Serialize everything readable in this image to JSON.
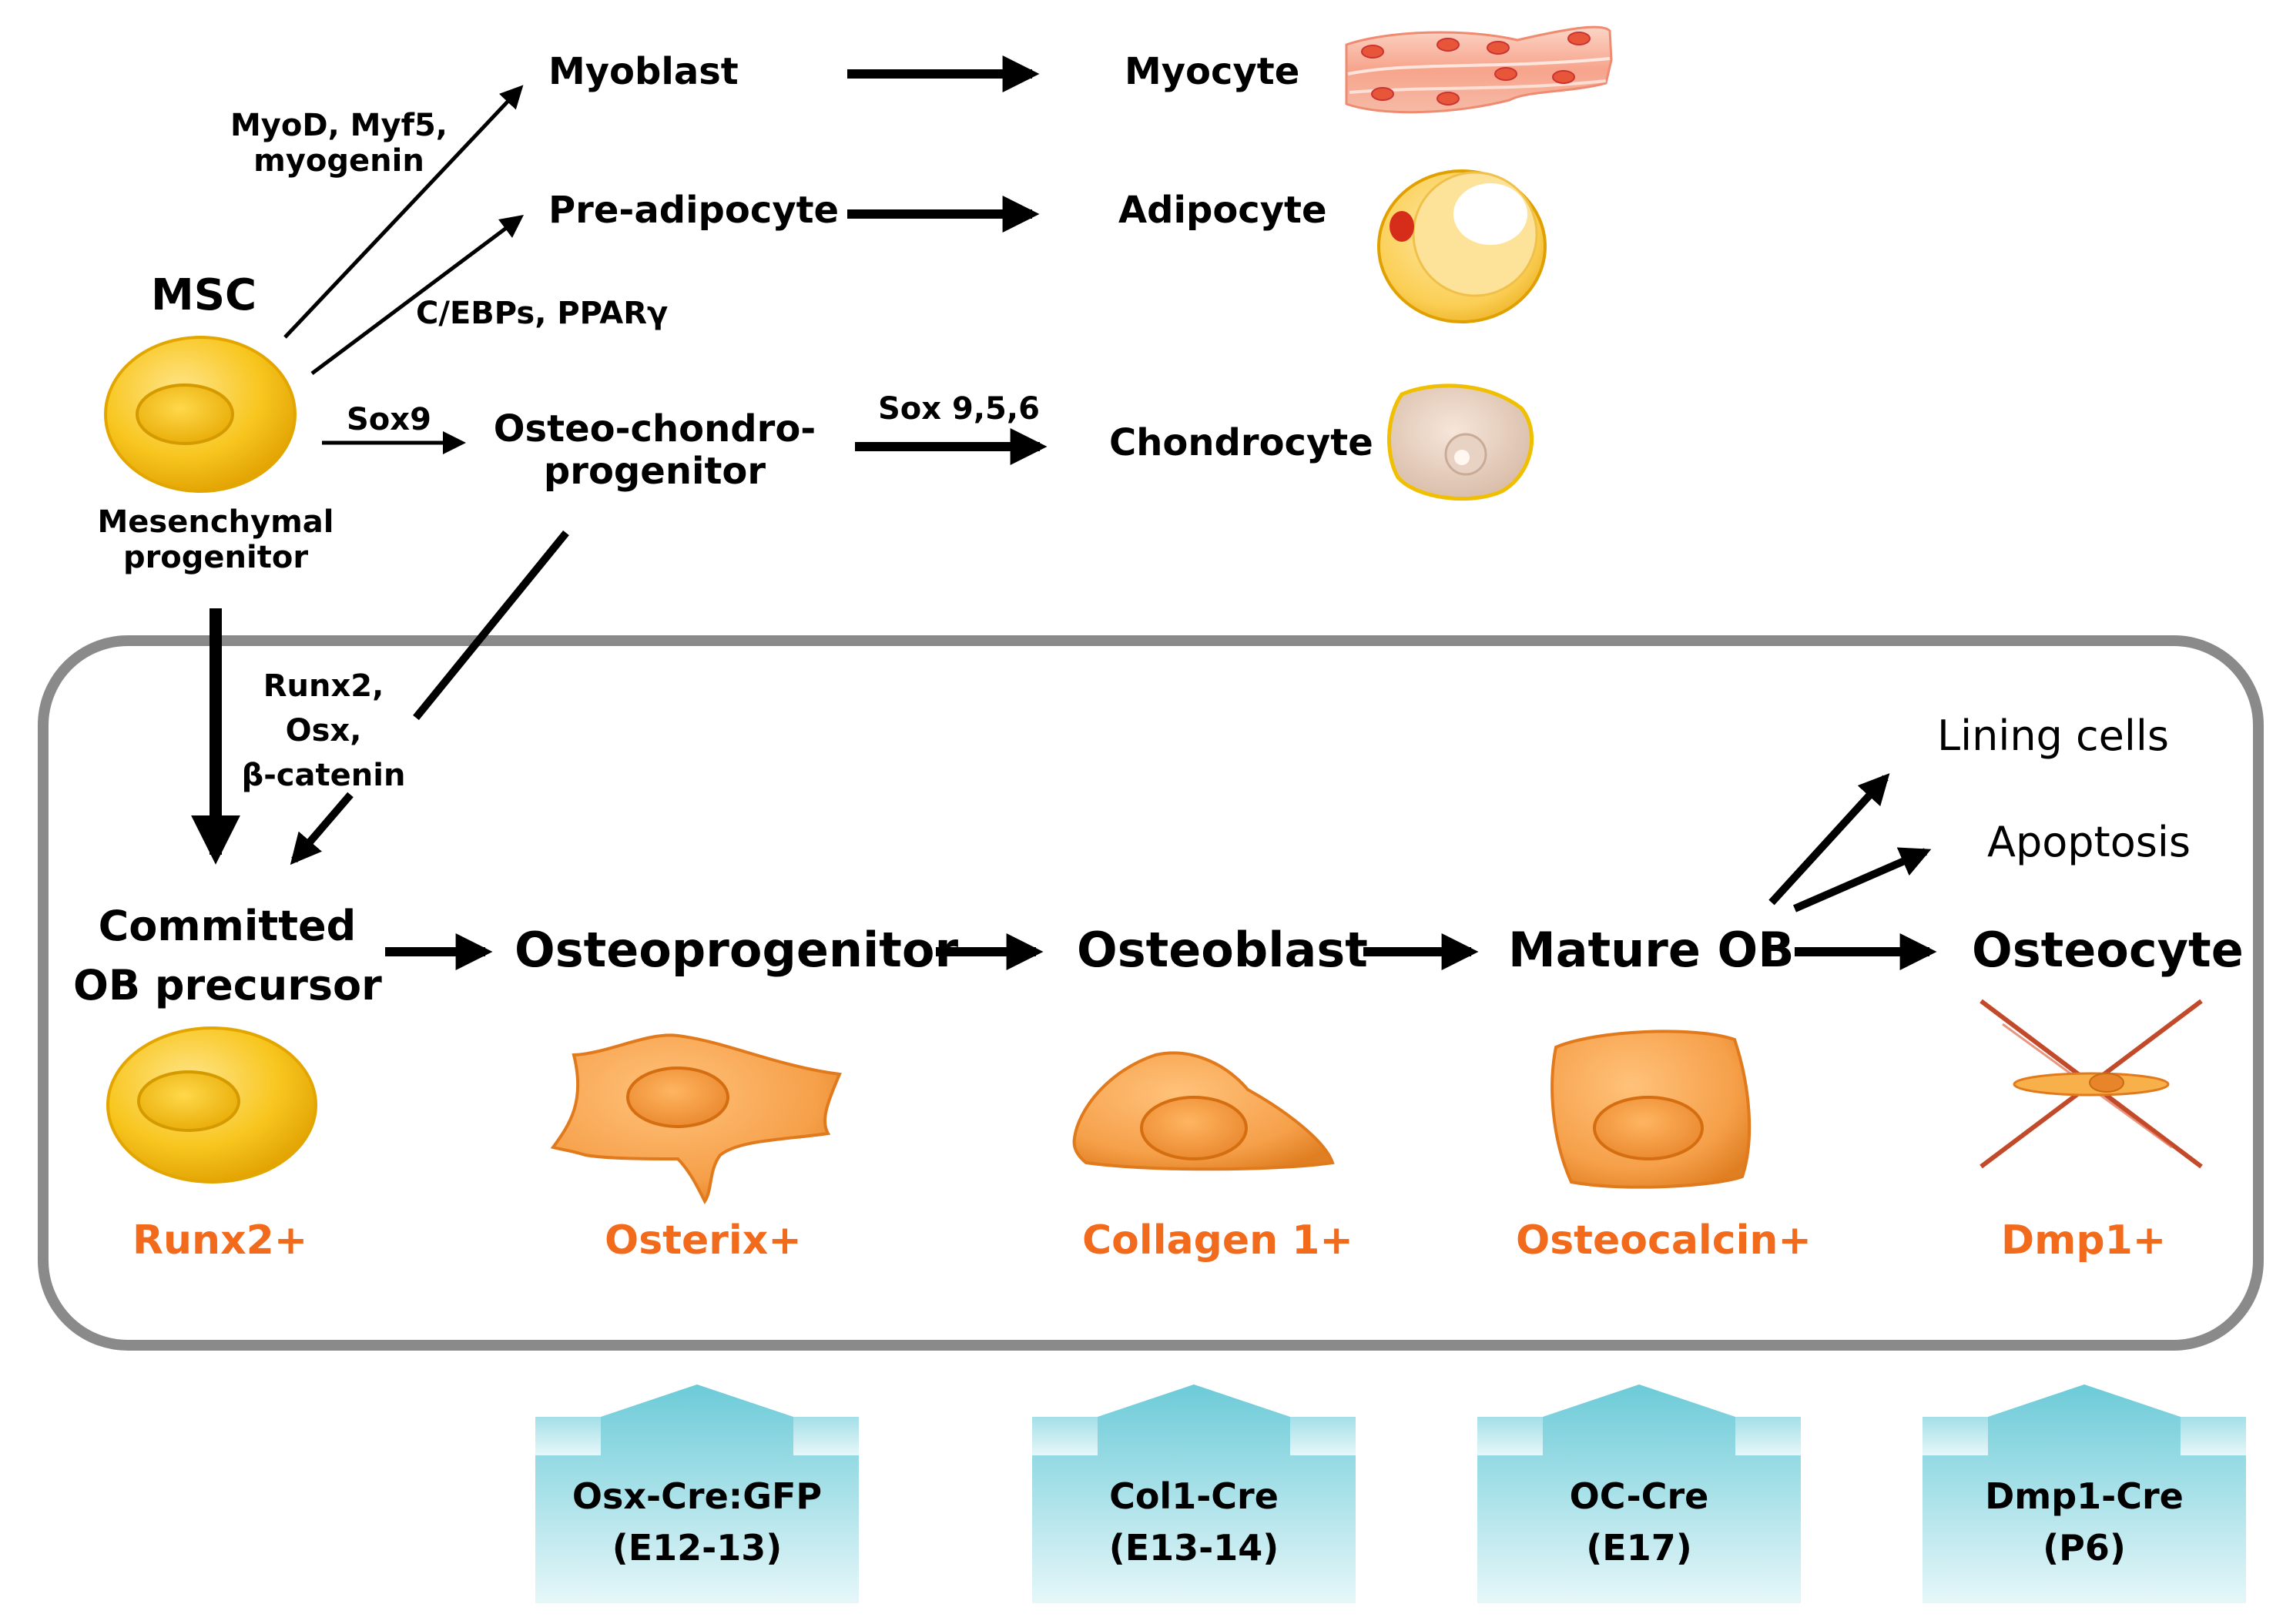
{
  "top": {
    "msc": "MSC",
    "mesenchymal_line1": "Mesenchymal",
    "mesenchymal_line2": "progenitor",
    "myoblast": "Myoblast",
    "myocyte": "Myocyte",
    "pre_adipocyte": "Pre-adipocyte",
    "adipocyte": "Adipocyte",
    "osteochondro_line1": "Osteo-chondro-",
    "osteochondro_line2": "progenitor",
    "chondrocyte": "Chondrocyte",
    "myod_line1": "MyoD, Myf5,",
    "myod_line2": "myogenin",
    "cebp": "C/EBPs, PPARγ",
    "sox9": "Sox9",
    "sox956": "Sox 9,5,6",
    "runx_line1": "Runx2,",
    "runx_line2": "Osx,",
    "runx_line3": "β-catenin"
  },
  "stages": {
    "committed_line1": "Committed",
    "committed_line2": "OB precursor",
    "osteoprogenitor": "Osteoprogenitor",
    "osteoblast": "Osteoblast",
    "mature_ob": "Mature OB",
    "osteocyte": "Osteocyte",
    "lining_cells": "Lining cells",
    "apoptosis": "Apoptosis"
  },
  "markers": {
    "runx2": "Runx2+",
    "osterix": "Osterix+",
    "collagen": "Collagen 1+",
    "osteocalcin": "Osteocalcin+",
    "dmp1": "Dmp1+"
  },
  "cre_lines": [
    {
      "name": "Osx-Cre:GFP",
      "stage": "(E12-13)"
    },
    {
      "name": "Col1-Cre",
      "stage": "(E13-14)"
    },
    {
      "name": "OC-Cre",
      "stage": "(E17)"
    },
    {
      "name": "Dmp1-Cre",
      "stage": "(P6)"
    }
  ],
  "colors": {
    "marker_orange": "#f26b1d",
    "cre_teal": "#7fd3df",
    "msc_yellow": "#f5c51c",
    "osteo_orange": "#f6a24a"
  }
}
